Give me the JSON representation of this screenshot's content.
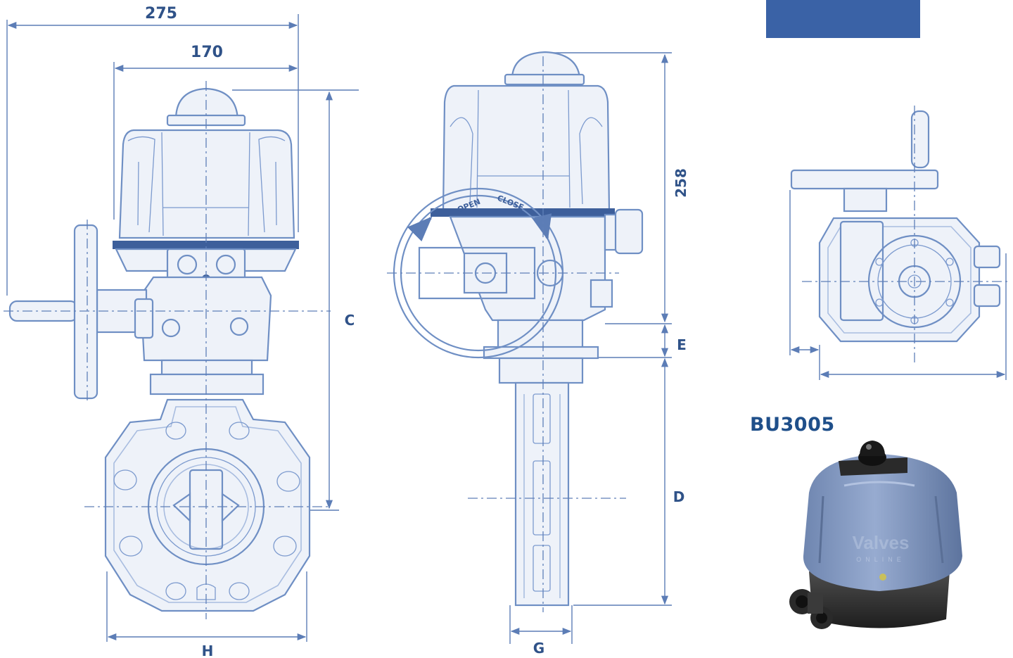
{
  "dimensions": {
    "width_total": "275",
    "width_body": "170",
    "height_actuator": "258",
    "C": "C",
    "E": "E",
    "D": "D",
    "H": "H",
    "G": "G"
  },
  "handwheel": {
    "open_label": "OPEN",
    "close_label": "CLOSE"
  },
  "product": {
    "model": "BU3005",
    "watermark_brand": "Valves",
    "watermark_sub": "ONLINE"
  },
  "colors": {
    "header_bar": "#3a62a6",
    "line": "#6f8fc4",
    "label": "#2f5288",
    "model_label": "#1f4f8a"
  }
}
